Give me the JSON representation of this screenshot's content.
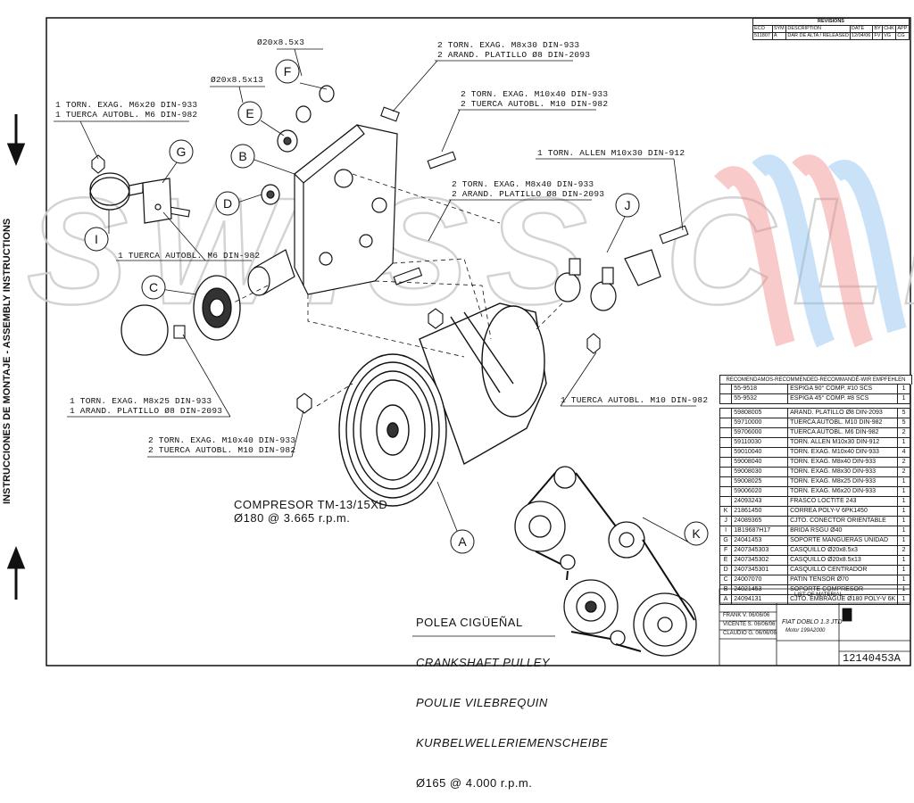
{
  "side_text": "INSTRUCCIONES DE MONTAJE - ASSEMBLY INSTRUCTIONS",
  "watermark": "SWISS CLIMA",
  "callouts": [
    {
      "id": "c1",
      "lines": [
        "Ø20x8.5x3"
      ]
    },
    {
      "id": "c2",
      "lines": [
        "Ø20x8.5x13"
      ]
    },
    {
      "id": "c3",
      "lines": [
        "2 TORN. EXAG. M8x30 DIN-933",
        "2 ARAND. PLATILLO Ø8 DIN-2093"
      ]
    },
    {
      "id": "c4",
      "lines": [
        "1 TORN. EXAG. M6x20 DIN-933",
        "1 TUERCA AUTOBL. M6 DIN-982"
      ]
    },
    {
      "id": "c5",
      "lines": [
        "2 TORN. EXAG. M10x40 DIN-933",
        "2 TUERCA AUTOBL. M10 DIN-982"
      ]
    },
    {
      "id": "c6",
      "lines": [
        "1 TORN. ALLEN M10x30 DIN-912"
      ]
    },
    {
      "id": "c7",
      "lines": [
        "2 TORN. EXAG. M8x40 DIN-933",
        "2 ARAND. PLATILLO Ø8 DIN-2093"
      ]
    },
    {
      "id": "c8",
      "lines": [
        "1 TUERCA AUTOBL. M6 DIN-982"
      ]
    },
    {
      "id": "c9",
      "lines": [
        "1 TORN. EXAG. M8x25 DIN-933",
        "1 ARAND. PLATILLO Ø8 DIN-2093"
      ]
    },
    {
      "id": "c10",
      "lines": [
        "1 TUERCA AUTOBL. M10 DIN-982"
      ]
    },
    {
      "id": "c11",
      "lines": [
        "2 TORN. EXAG. M10x40 DIN-933",
        "2 TUERCA AUTOBL. M10 DIN-982"
      ]
    }
  ],
  "compressor": {
    "line1": "COMPRESOR TM-13/15XD",
    "line2": "Ø180 @ 3.665 r.p.m."
  },
  "pulley": {
    "line1": "POLEA CIGÜEÑAL",
    "line2": "CRANKSHAFT PULLEY",
    "line3": "POULIE VILEBREQUIN",
    "line4": "KURBELWELLERIEMENSCHEIBE",
    "line5": "Ø165 @ 4.000 r.p.m."
  },
  "bubbles": [
    "A",
    "B",
    "C",
    "D",
    "E",
    "F",
    "G",
    "I",
    "J",
    "K"
  ],
  "revisions": {
    "title": "REVISIONS",
    "headers": [
      "ECO",
      "SYM",
      "DESCRIPTION",
      "DATE",
      "BY",
      "CHK",
      "APP"
    ],
    "row": [
      "511807",
      "A",
      "DAR DE ALTA / RELEASED",
      "12/04/06",
      "FV",
      "VG",
      "CG"
    ]
  },
  "bom": {
    "title": "RECOMENDAMOS-RECOMMENDED-RECOMMANDÉ-WIR EMPFEHLEN",
    "recommended": [
      {
        "code": "55-9518",
        "desc": "ESPIGA 90° COMP. #10 SCS",
        "qty": "1"
      },
      {
        "code": "55-9532",
        "desc": "ESPIGA 45° COMP. #8 SCS",
        "qty": "1"
      }
    ],
    "items": [
      {
        "mark": "",
        "code": "59808005",
        "desc": "ARAND. PLATILLO Ø8 DIN-2093",
        "qty": "5"
      },
      {
        "mark": "",
        "code": "59710000",
        "desc": "TUERCA AUTOBL. M10 DIN-982",
        "qty": "5"
      },
      {
        "mark": "",
        "code": "59706000",
        "desc": "TUERCA AUTOBL. M6 DIN-982",
        "qty": "2"
      },
      {
        "mark": "",
        "code": "59110030",
        "desc": "TORN. ALLEN M10x30 DIN-912",
        "qty": "1"
      },
      {
        "mark": "",
        "code": "59010040",
        "desc": "TORN. EXAG. M10x40 DIN-933",
        "qty": "4"
      },
      {
        "mark": "",
        "code": "59008040",
        "desc": "TORN. EXAG. M8x40 DIN-933",
        "qty": "2"
      },
      {
        "mark": "",
        "code": "59008030",
        "desc": "TORN. EXAG. M8x30 DIN-933",
        "qty": "2"
      },
      {
        "mark": "",
        "code": "59008025",
        "desc": "TORN. EXAG. M8x25 DIN-933",
        "qty": "1"
      },
      {
        "mark": "",
        "code": "59006020",
        "desc": "TORN. EXAG. M6x20 DIN-933",
        "qty": "1"
      },
      {
        "mark": "",
        "code": "24093243",
        "desc": "FRASCO LOCTITE 243",
        "qty": "1"
      },
      {
        "mark": "K",
        "code": "21861450",
        "desc": "CORREA POLY-V 6PK1450",
        "qty": "1"
      },
      {
        "mark": "J",
        "code": "24089365",
        "desc": "CJTO. CONECTOR ORIENTABLE",
        "qty": "1"
      },
      {
        "mark": "I",
        "code": "1B19687H17",
        "desc": "BRIDA RSGU Ø40",
        "qty": "1"
      },
      {
        "mark": "G",
        "code": "24041453",
        "desc": "SOPORTE MANGUERAS UNIDAD",
        "qty": "1"
      },
      {
        "mark": "F",
        "code": "2407345303",
        "desc": "CASQUILLO Ø20x8.5x3",
        "qty": "2"
      },
      {
        "mark": "E",
        "code": "2407345302",
        "desc": "CASQUILLO Ø20x8.5x13",
        "qty": "1"
      },
      {
        "mark": "D",
        "code": "2407345301",
        "desc": "CASQUILLO CENTRADOR",
        "qty": "1"
      },
      {
        "mark": "C",
        "code": "24007070",
        "desc": "PATIN TENSOR Ø70",
        "qty": "1"
      },
      {
        "mark": "B",
        "code": "24021453",
        "desc": "SOPORTE COMPRESOR",
        "qty": "1"
      },
      {
        "mark": "A",
        "code": "24094131",
        "desc": "CJTO. EMBRAGUE Ø180 POLY-V 6K",
        "qty": "1"
      }
    ]
  },
  "title_block": {
    "list_label": "LIST OF MATERIAL",
    "names": [
      {
        "name": "FRANK V.",
        "date": "06/06/06"
      },
      {
        "name": "VICENTE S.",
        "date": "06/06/06"
      },
      {
        "name": "CLAUDIO G.",
        "date": "06/06/06"
      }
    ],
    "drawing_title": "FIAT DOBLO 1.3 JTD",
    "drawing_sub": "Motor 199A2000",
    "drawing_number": "12140453A"
  }
}
